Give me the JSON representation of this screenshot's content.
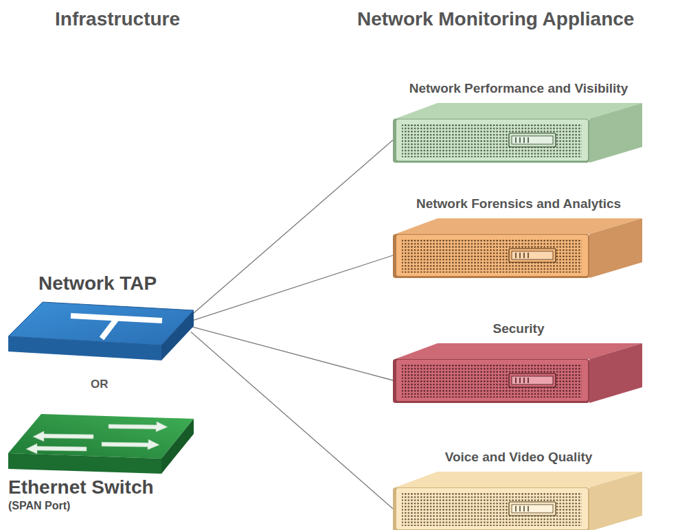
{
  "diagram": {
    "nodes": [
      {
        "text": [
          "Network TAP"
        ]
      },
      {
        "text": [
          "Ethernet Switch",
          "(SPAN Port)"
        ]
      },
      {
        "text": [
          "Network Performance and Visibility"
        ]
      },
      {
        "text": [
          "Network Forensics and Analytics"
        ]
      },
      {
        "text": [
          "Security"
        ]
      },
      {
        "text": [
          "Voice and Video Quality"
        ]
      }
    ],
    "edges": [
      {
        "from": 0,
        "to": 2,
        "arrow": "none"
      },
      {
        "from": 0,
        "to": 3,
        "arrow": "none"
      },
      {
        "from": 0,
        "to": 4,
        "arrow": "none"
      },
      {
        "from": 0,
        "to": 5,
        "arrow": "none"
      }
    ],
    "labels": [
      "Infrastructure",
      "Network Monitoring Appliance",
      "OR"
    ]
  }
}
